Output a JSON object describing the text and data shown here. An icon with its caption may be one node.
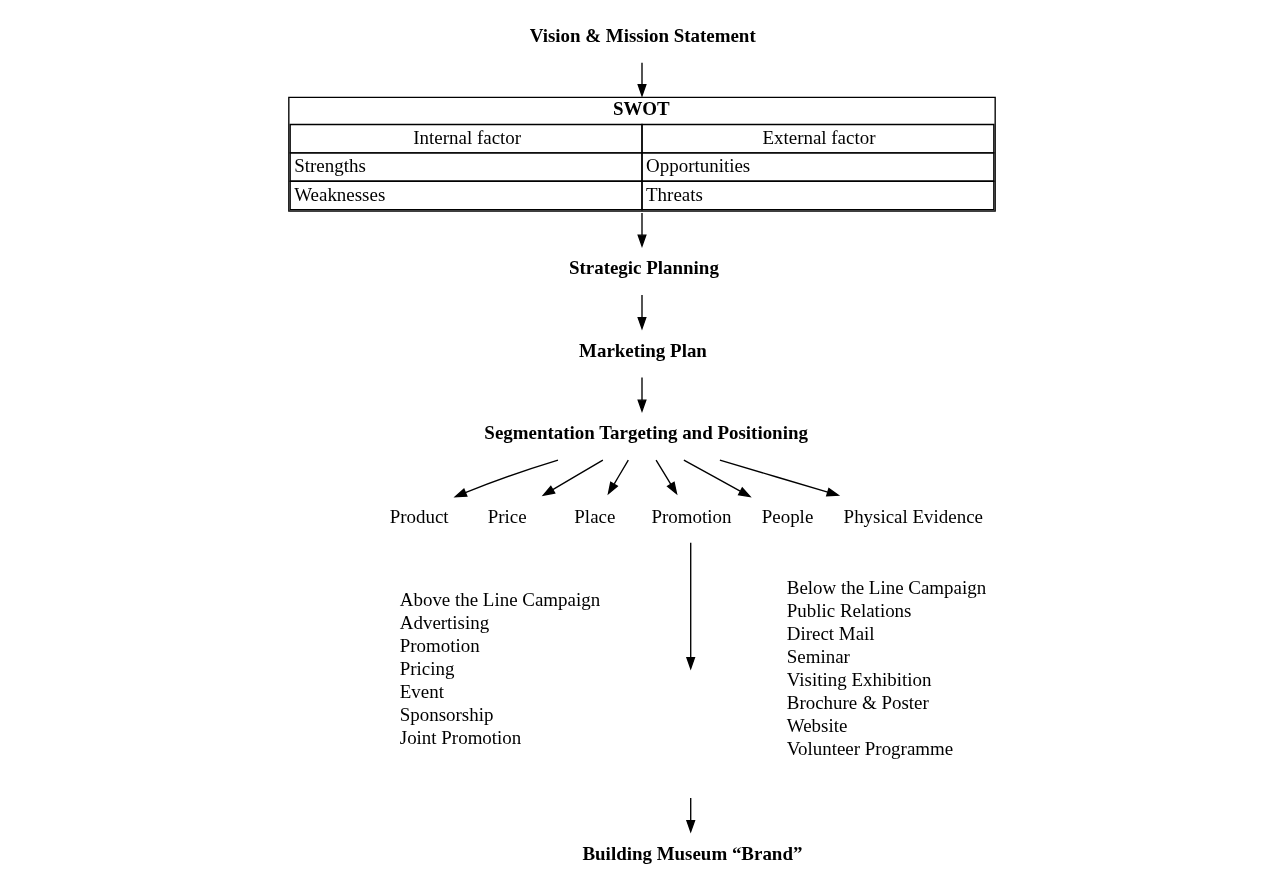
{
  "diagram": {
    "nodes": [
      {
        "text": [
          "Vision & Mission Statement"
        ]
      },
      {
        "text": [
          "SWOT",
          "Internal factor",
          "External factor",
          "Strengths",
          "Opportunities",
          "Weaknesses",
          "Threats"
        ]
      },
      {
        "text": [
          "Strategic Planning"
        ]
      },
      {
        "text": [
          "Marketing Plan"
        ]
      },
      {
        "text": [
          "Segmentation Targeting and Positioning"
        ]
      },
      {
        "text": [
          "Product"
        ]
      },
      {
        "text": [
          "Price"
        ]
      },
      {
        "text": [
          "Place"
        ]
      },
      {
        "text": [
          "Promotion"
        ]
      },
      {
        "text": [
          "People"
        ]
      },
      {
        "text": [
          "Physical Evidence"
        ]
      },
      {
        "text": [
          "Building Museum “Brand”"
        ]
      }
    ],
    "edges": [
      {
        "from": 0,
        "to": 1,
        "arrow": "to"
      },
      {
        "from": 1,
        "to": 2,
        "arrow": "to"
      },
      {
        "from": 2,
        "to": 3,
        "arrow": "to"
      },
      {
        "from": 3,
        "to": 4,
        "arrow": "to"
      },
      {
        "from": 4,
        "to": 5,
        "arrow": "to"
      },
      {
        "from": 4,
        "to": 6,
        "arrow": "to"
      },
      {
        "from": 4,
        "to": 7,
        "arrow": "to"
      },
      {
        "from": 4,
        "to": 8,
        "arrow": "to"
      },
      {
        "from": 4,
        "to": 9,
        "arrow": "to"
      },
      {
        "from": 4,
        "to": 10,
        "arrow": "to"
      },
      {
        "from": 8,
        "to": null,
        "arrow": "to"
      },
      {
        "from": null,
        "to": 11,
        "arrow": "to"
      }
    ],
    "labels": [
      "Above the Line Campaign",
      "Advertising",
      "Promotion",
      "Pricing",
      "Event",
      "Sponsorship",
      "Joint Promotion",
      "Below the Line Campaign",
      "Public Relations",
      "Direct Mail",
      "Seminar",
      "Visiting Exhibition",
      "Brochure & Poster",
      "Website",
      "Volunteer Programme"
    ]
  }
}
